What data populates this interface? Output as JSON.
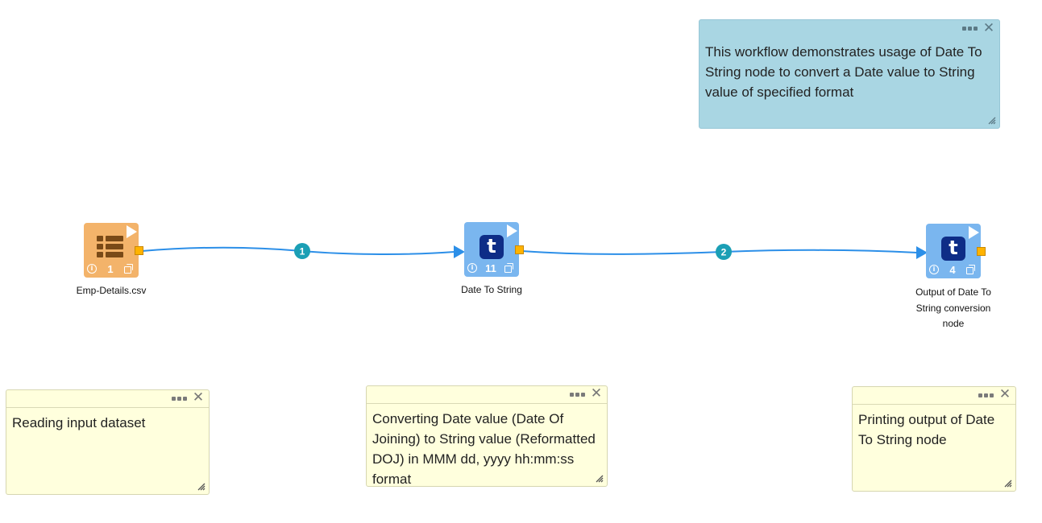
{
  "notes": {
    "description": "This workflow demonstrates usage of Date To String node to convert a Date value to String value of specified format",
    "reader": "Reading input dataset",
    "transform": "Converting Date value (Date Of Joining) to String value (Reformatted DOJ) in MMM dd, yyyy hh:mm:ss format",
    "output": "Printing output of Date To String node"
  },
  "nodes": [
    {
      "label": "Emp-Details.csv",
      "count": "1",
      "icon": "table-icon",
      "color": "#f3b36a"
    },
    {
      "label": "Date To String",
      "count": "11",
      "icon": "t-icon",
      "icon_letter": "t",
      "color": "#7ab6ef"
    },
    {
      "label": "Output of Date To String conversion node",
      "count": "4",
      "icon": "t-icon",
      "icon_letter": "t",
      "color": "#7ab6ef"
    }
  ],
  "edges": [
    {
      "label": "1",
      "from": "Emp-Details.csv",
      "to": "Date To String"
    },
    {
      "label": "2",
      "from": "Date To String",
      "to": "Output of Date To String conversion node"
    }
  ],
  "glyphs": {
    "info": "i",
    "close": "✕"
  },
  "colors": {
    "edge": "#2c8fe8",
    "edge_badge": "#1b9fb5",
    "port": "#ffb300",
    "note_yellow": "#ffffdd",
    "note_blue": "#a9d6e3"
  }
}
